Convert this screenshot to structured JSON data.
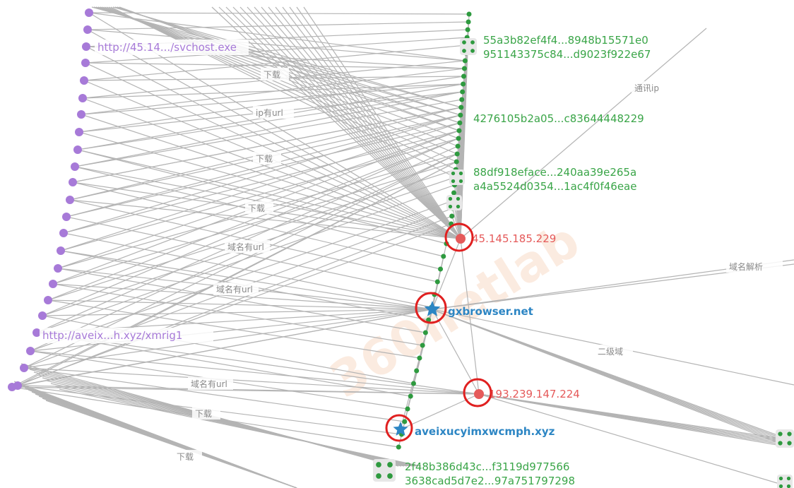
{
  "watermark": "360netlab",
  "hash_groups": [
    {
      "line1": "55a3b82ef4f4...8948b15571e0",
      "line2": "951143375c84...d9023f922e67"
    },
    {
      "line1": "4276105b2a05...c83644448229",
      "line2": ""
    },
    {
      "line1": "88df918eface...240aa39e265a",
      "line2": "a4a5524d0354...1ac4f0f46eae"
    },
    {
      "line1": "2f48b386d43c...f3119d977566",
      "line2": "3638cad5d7e2...97a751797298"
    }
  ],
  "url_labels": [
    "http://45.14.../svchost.exe",
    "http://aveix...h.xyz/xmrig1"
  ],
  "ip_nodes": [
    "45.145.185.229",
    "193.239.147.224"
  ],
  "domain_nodes": [
    "gxbrowser.net",
    "aveixucyimxwcmph.xyz"
  ],
  "edge_labels": {
    "download": "下载",
    "ip_has_url": "ip有url",
    "domain_has_url": "域名有url",
    "comm_ip": "通讯ip",
    "dns_resolve": "域名解析",
    "subdomain": "二级域"
  },
  "colors": {
    "url_node": "#a77ad8",
    "hash_text": "#3aa548",
    "ip_text": "#e55a5a",
    "domain_text": "#2d86c4",
    "highlight_ring": "#e02020"
  },
  "icons": [
    "url-node-dot",
    "sample-cluster-icon",
    "ip-node-dot",
    "domain-star-icon"
  ]
}
